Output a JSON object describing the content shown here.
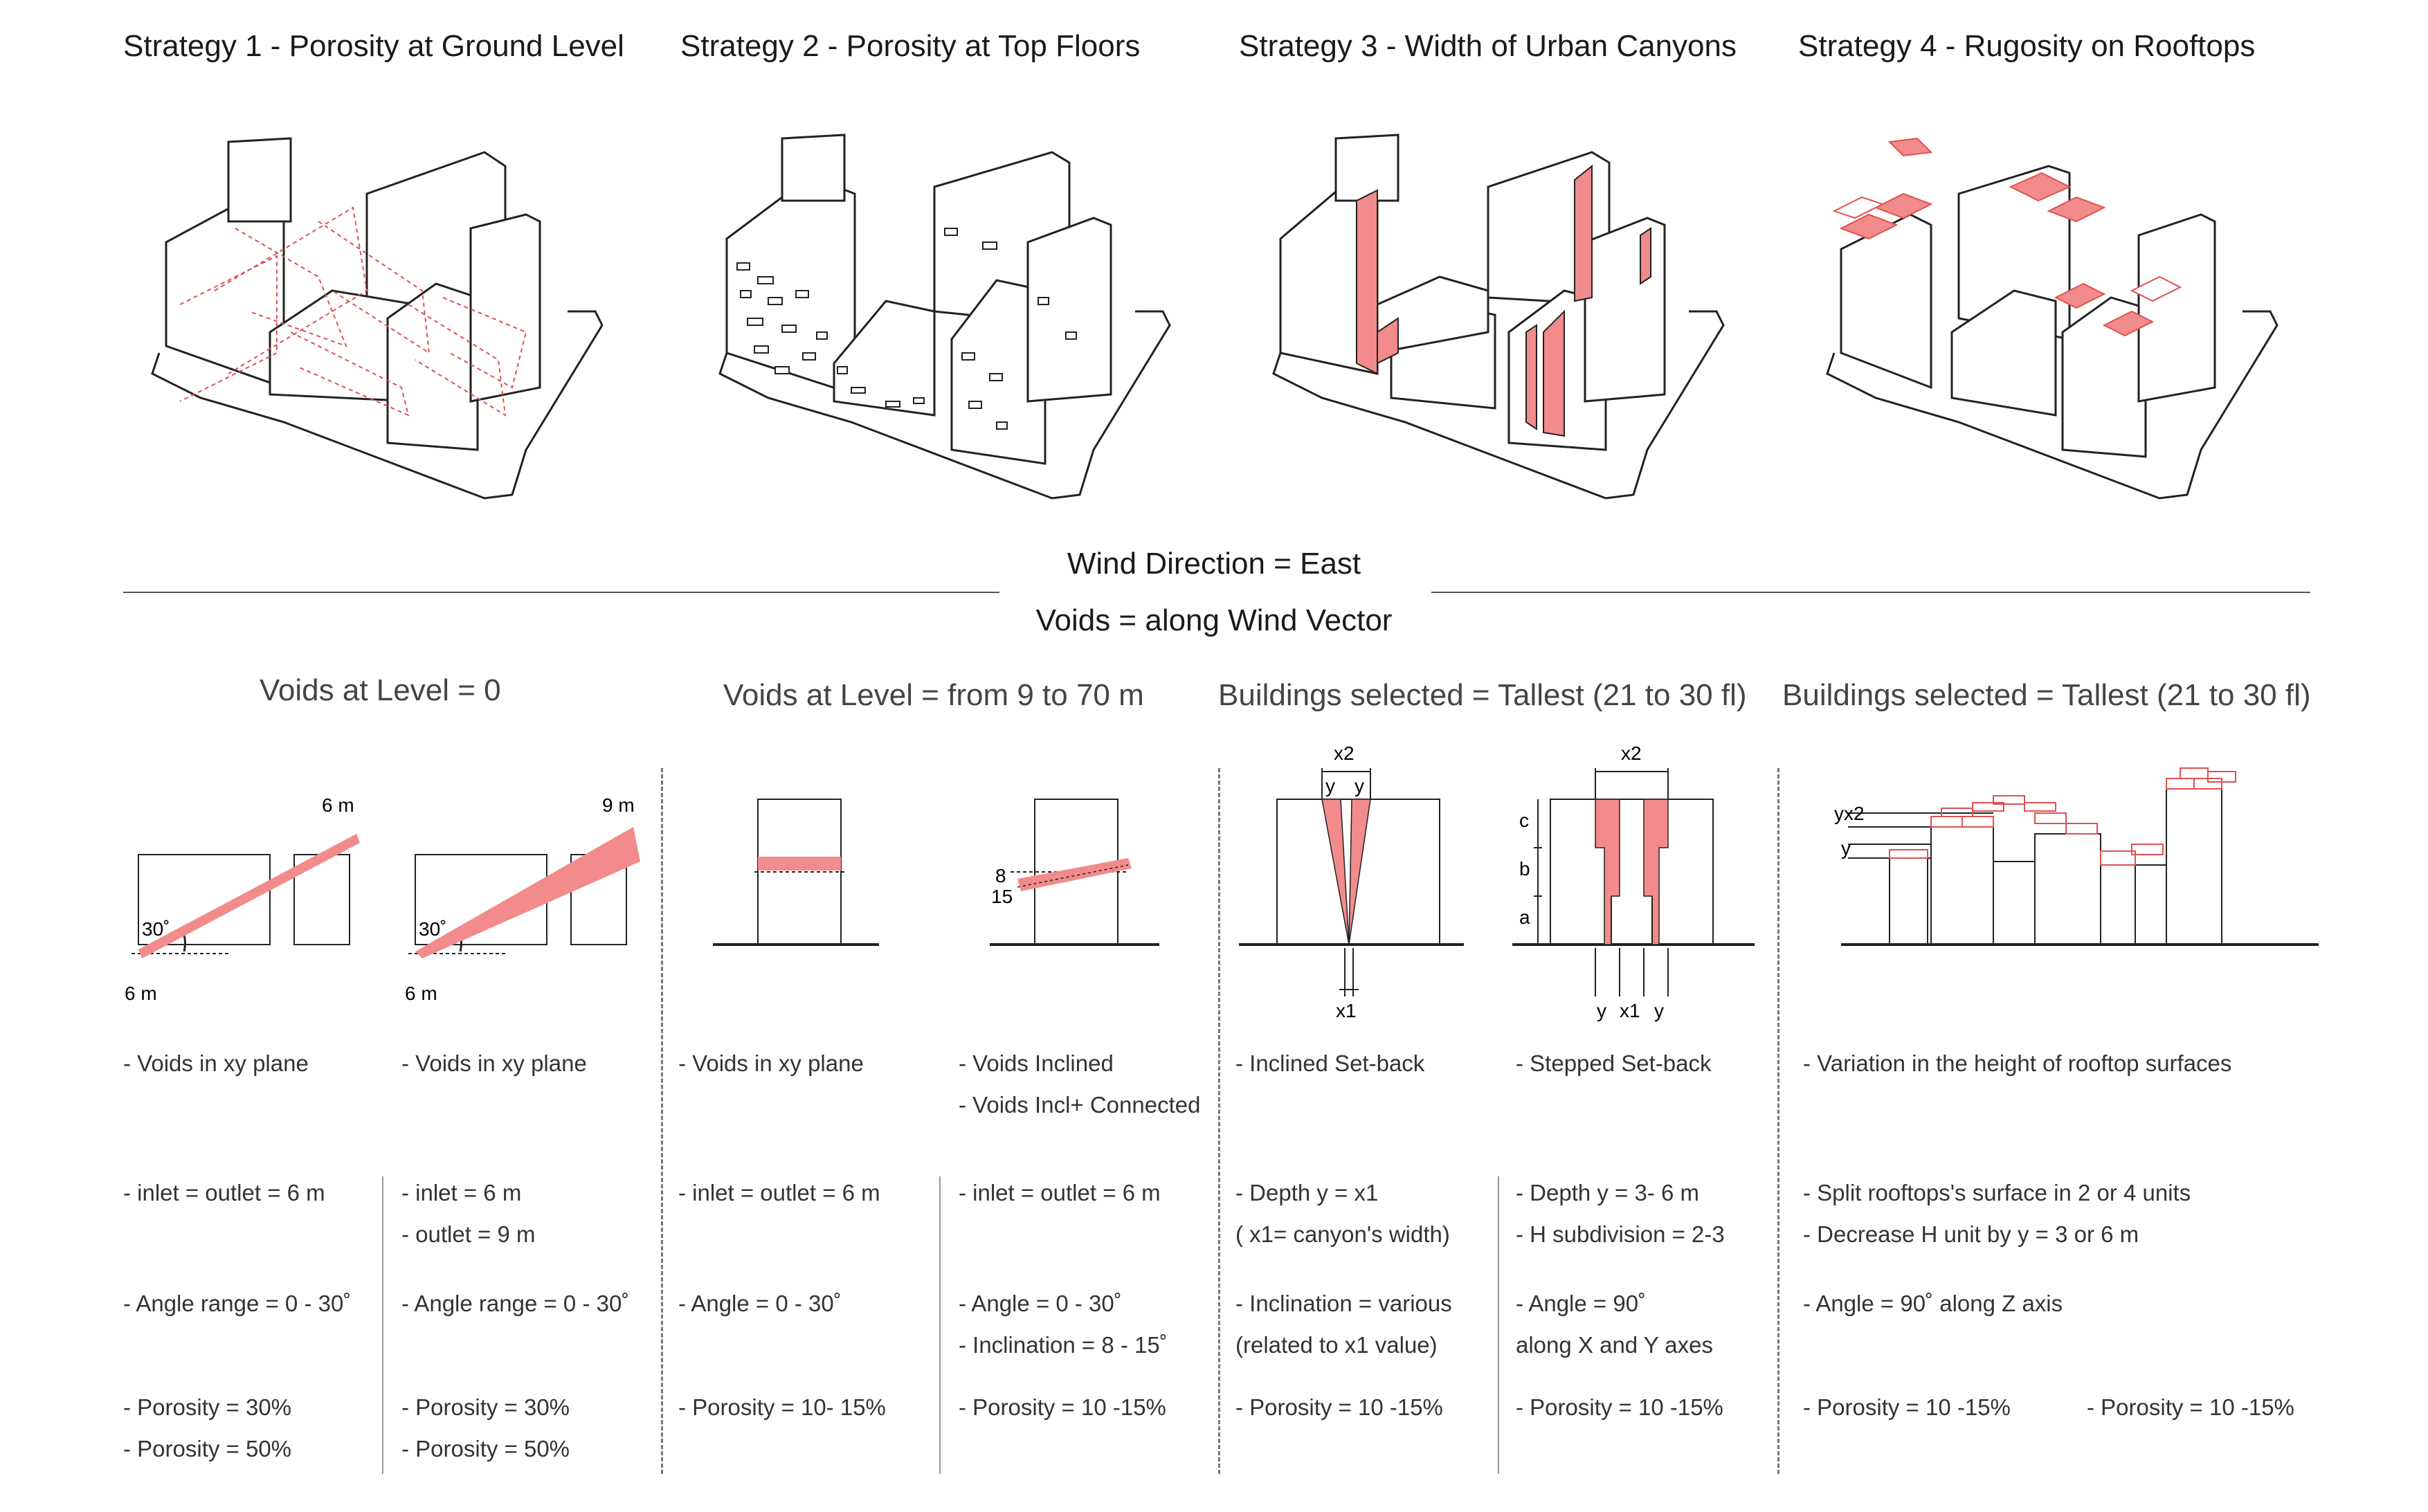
{
  "strategies": [
    "Strategy 1 - Porosity at Ground Level",
    "Strategy 2 - Porosity at Top Floors",
    "Strategy 3 - Width of Urban Canyons",
    "Strategy 4 - Rugosity on Rooftops"
  ],
  "wind_direction": "Wind Direction = East",
  "voids_rule": "Voids = along Wind Vector",
  "section_titles": [
    "Voids at Level = 0",
    "Voids at Level  = from 9 to 70 m",
    "Buildings selected  = Tallest (21 to 30 fl)",
    "Buildings selected  = Tallest (21 to 30 fl)"
  ],
  "diagram_labels": {
    "d1_top": "6 m",
    "d1_bottom": "6 m",
    "d1_angle": "30˚",
    "d2_top": "9 m",
    "d2_bottom": "6 m",
    "d2_angle": "30˚",
    "d4_a": "8",
    "d4_b": "15",
    "d5_x2": "x2",
    "d5_y1": "y",
    "d5_y2": "y",
    "d5_x1": "x1",
    "d6_x2": "x2",
    "d6_c": "c",
    "d6_b": "b",
    "d6_a": "a",
    "d6_y1": "y",
    "d6_x1": "x1",
    "d6_y2": "y",
    "d7_yx2": "yx2",
    "d7_y": "y"
  },
  "columns": [
    {
      "lines": [
        "- Voids in xy plane",
        "",
        "",
        "- inlet = outlet = 6 m",
        "",
        "- Angle range = 0 - 30˚",
        "",
        "- Porosity = 30%",
        "- Porosity = 50%"
      ]
    },
    {
      "lines": [
        "- Voids in xy plane",
        "",
        "",
        "- inlet = 6 m",
        "- outlet = 9 m",
        " - Angle range = 0 - 30˚",
        "",
        "- Porosity = 30%",
        "- Porosity = 50%"
      ]
    },
    {
      "lines": [
        "- Voids in xy plane",
        "",
        "",
        "- inlet = outlet = 6 m",
        "",
        "- Angle = 0 - 30˚",
        "",
        "- Porosity = 10- 15%",
        ""
      ]
    },
    {
      "lines": [
        "- Voids Inclined",
        "- Voids Incl+ Connected",
        "",
        "- inlet = outlet = 6 m",
        "",
        "- Angle = 0 - 30˚",
        "- Inclination = 8 - 15˚",
        "- Porosity = 10 -15%",
        ""
      ]
    },
    {
      "lines": [
        "- Inclined Set-back",
        "",
        "",
        "- Depth  y = x1",
        "  ( x1= canyon's width)",
        "- Inclination = various",
        "  (related to x1 value)",
        "- Porosity = 10 -15%",
        ""
      ]
    },
    {
      "lines": [
        "- Stepped Set-back",
        "",
        "",
        "-  Depth     y = 3- 6 m",
        "- H subdivision = 2-3",
        "- Angle = 90˚",
        "  along X and Y axes",
        "- Porosity = 10 -15%",
        ""
      ]
    },
    {
      "lines": [
        " - Variation in the height of rooftop surfaces",
        "",
        "",
        "- Split rooftops's surface in 2 or 4 units",
        "- Decrease H unit by  y = 3 or 6 m",
        "- Angle = 90˚ along  Z axis",
        "",
        "- Porosity = 10 -15%",
        ""
      ]
    },
    {
      "lines": [
        "",
        "",
        "",
        "",
        "",
        "",
        "",
        "- Porosity = 10 -15%",
        ""
      ]
    }
  ],
  "colors": {
    "accent": "#f28b8b",
    "accent_stroke": "#e05050",
    "line": "#222222"
  }
}
